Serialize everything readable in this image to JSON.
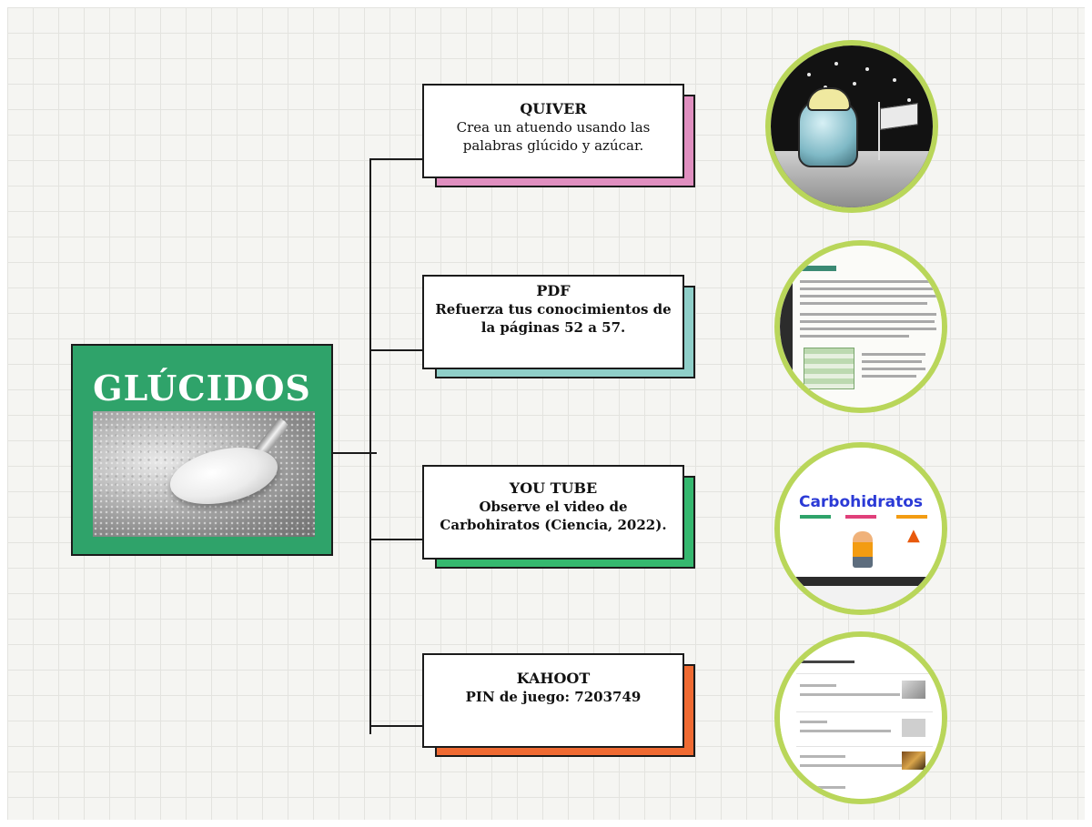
{
  "main_node": {
    "title": "GLÚCIDOS",
    "image": "sugar-spoon-photo",
    "color": "#2fa36a"
  },
  "branches": [
    {
      "title": "QUIVER",
      "text": "Crea un atuendo usando las palabras glúcido y azúcar.",
      "text_bold": false,
      "accent_color": "#e08fc0",
      "thumbnail": "quiver-ar-robot-thumbnail"
    },
    {
      "title": "PDF",
      "text": "Refuerza tus conocimientos de la páginas 52 a 57.",
      "text_bold": true,
      "accent_color": "#8fcfc9",
      "thumbnail": "pdf-document-thumbnail"
    },
    {
      "title": "YOU TUBE",
      "text": "Observe el video de Carbohiratos (Ciencia, 2022).",
      "text_bold": true,
      "accent_color": "#35b86f",
      "thumbnail": "youtube-video-thumbnail"
    },
    {
      "title": "KAHOOT",
      "text": "PIN de juego: 7203749",
      "text_bold": true,
      "accent_color": "#ef6a32",
      "thumbnail": "kahoot-quiz-thumbnail"
    }
  ],
  "thumbnails": {
    "youtube_title": "Carbohidratos",
    "circle_border_color": "#b9d65a"
  }
}
